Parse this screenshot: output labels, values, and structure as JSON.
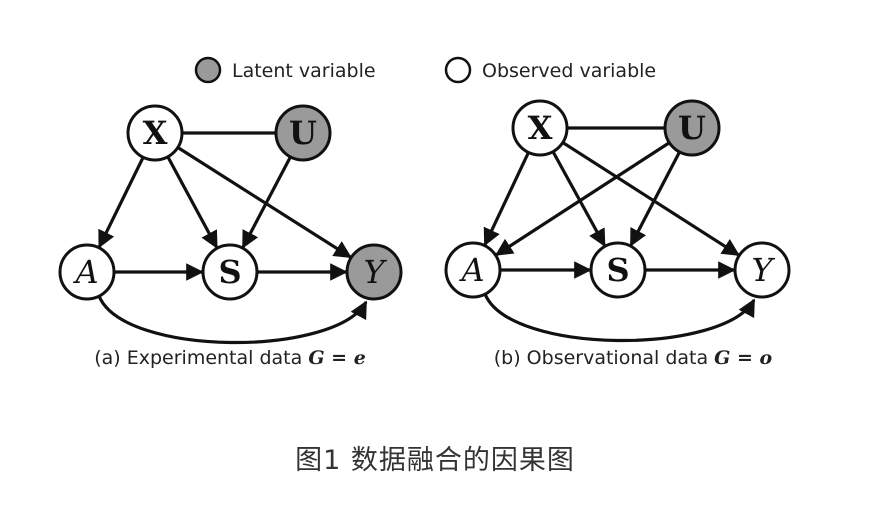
{
  "legend": {
    "latent": {
      "label": "Latent variable",
      "color": "#9a9a9a"
    },
    "observed": {
      "label": "Observed variable",
      "color": "#ffffff"
    }
  },
  "panels": [
    {
      "id": "a",
      "caption_prefix": "(a) Experimental data ",
      "caption_math": "G = e",
      "nodes": [
        {
          "id": "X",
          "label": "X",
          "style": "bold",
          "type": "observed"
        },
        {
          "id": "U",
          "label": "U",
          "style": "bold",
          "type": "latent"
        },
        {
          "id": "A",
          "label": "A",
          "style": "italic",
          "type": "observed"
        },
        {
          "id": "S",
          "label": "S",
          "style": "bold",
          "type": "observed"
        },
        {
          "id": "Y",
          "label": "Y",
          "style": "italic",
          "type": "latent"
        }
      ],
      "edges": [
        {
          "from": "X",
          "to": "U",
          "directed": false
        },
        {
          "from": "X",
          "to": "A",
          "directed": true
        },
        {
          "from": "X",
          "to": "S",
          "directed": true
        },
        {
          "from": "X",
          "to": "Y",
          "directed": true
        },
        {
          "from": "U",
          "to": "S",
          "directed": true
        },
        {
          "from": "A",
          "to": "S",
          "directed": true
        },
        {
          "from": "S",
          "to": "Y",
          "directed": true
        },
        {
          "from": "A",
          "to": "Y",
          "directed": true,
          "curved": true
        }
      ]
    },
    {
      "id": "b",
      "caption_prefix": "(b) Observational data ",
      "caption_math": "G = o",
      "nodes": [
        {
          "id": "X",
          "label": "X",
          "style": "bold",
          "type": "observed"
        },
        {
          "id": "U",
          "label": "U",
          "style": "bold",
          "type": "latent"
        },
        {
          "id": "A",
          "label": "A",
          "style": "italic",
          "type": "observed"
        },
        {
          "id": "S",
          "label": "S",
          "style": "bold",
          "type": "observed"
        },
        {
          "id": "Y",
          "label": "Y",
          "style": "italic",
          "type": "observed"
        }
      ],
      "edges": [
        {
          "from": "X",
          "to": "U",
          "directed": false
        },
        {
          "from": "X",
          "to": "A",
          "directed": true
        },
        {
          "from": "X",
          "to": "S",
          "directed": true
        },
        {
          "from": "X",
          "to": "Y",
          "directed": true
        },
        {
          "from": "U",
          "to": "A",
          "directed": true
        },
        {
          "from": "U",
          "to": "S",
          "directed": true
        },
        {
          "from": "A",
          "to": "S",
          "directed": true
        },
        {
          "from": "S",
          "to": "Y",
          "directed": true
        },
        {
          "from": "A",
          "to": "Y",
          "directed": true,
          "curved": true
        }
      ]
    }
  ],
  "figure_caption": "图1 数据融合的因果图"
}
